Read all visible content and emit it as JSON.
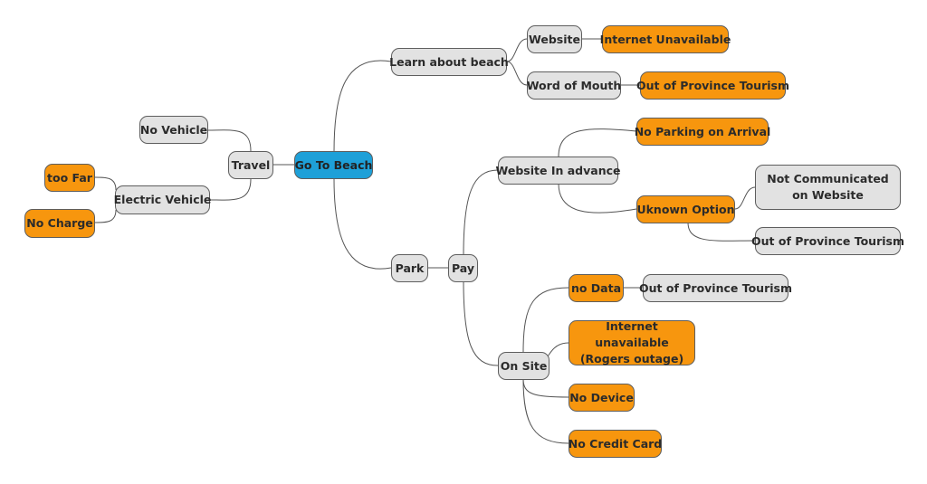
{
  "diagram": {
    "root": "Go To Beach",
    "nodes": {
      "go_to_beach": "Go To Beach",
      "travel": "Travel",
      "no_vehicle": "No Vehicle",
      "electric_vehicle": "Electric Vehicle",
      "too_far": "too Far",
      "no_charge": "No Charge",
      "learn_about_beach": "Learn about beach",
      "website": "Website",
      "internet_unavailable": "Internet Unavailable",
      "word_of_mouth": "Word of Mouth",
      "out_of_province_tourism_1": "Out of Province Tourism",
      "park": "Park",
      "pay": "Pay",
      "website_in_advance": "Website In advance",
      "no_parking_on_arrival": "No Parking on Arrival",
      "unknown_option": "Uknown Option",
      "not_communicated_on_website": "Not Communicated on Website",
      "out_of_province_tourism_2": "Out of Province Tourism",
      "on_site": "On Site",
      "no_data": "no Data",
      "out_of_province_tourism_3": "Out of Province Tourism",
      "internet_unavailable_rogers": "Internet unavailable (Rogers outage)",
      "no_device": "No Device",
      "no_credit_card": "No Credit Card"
    },
    "colors": {
      "root": "#1ea0d8",
      "branch": "#e2e2e2",
      "problem": "#f7960e",
      "edge": "#545454"
    }
  }
}
